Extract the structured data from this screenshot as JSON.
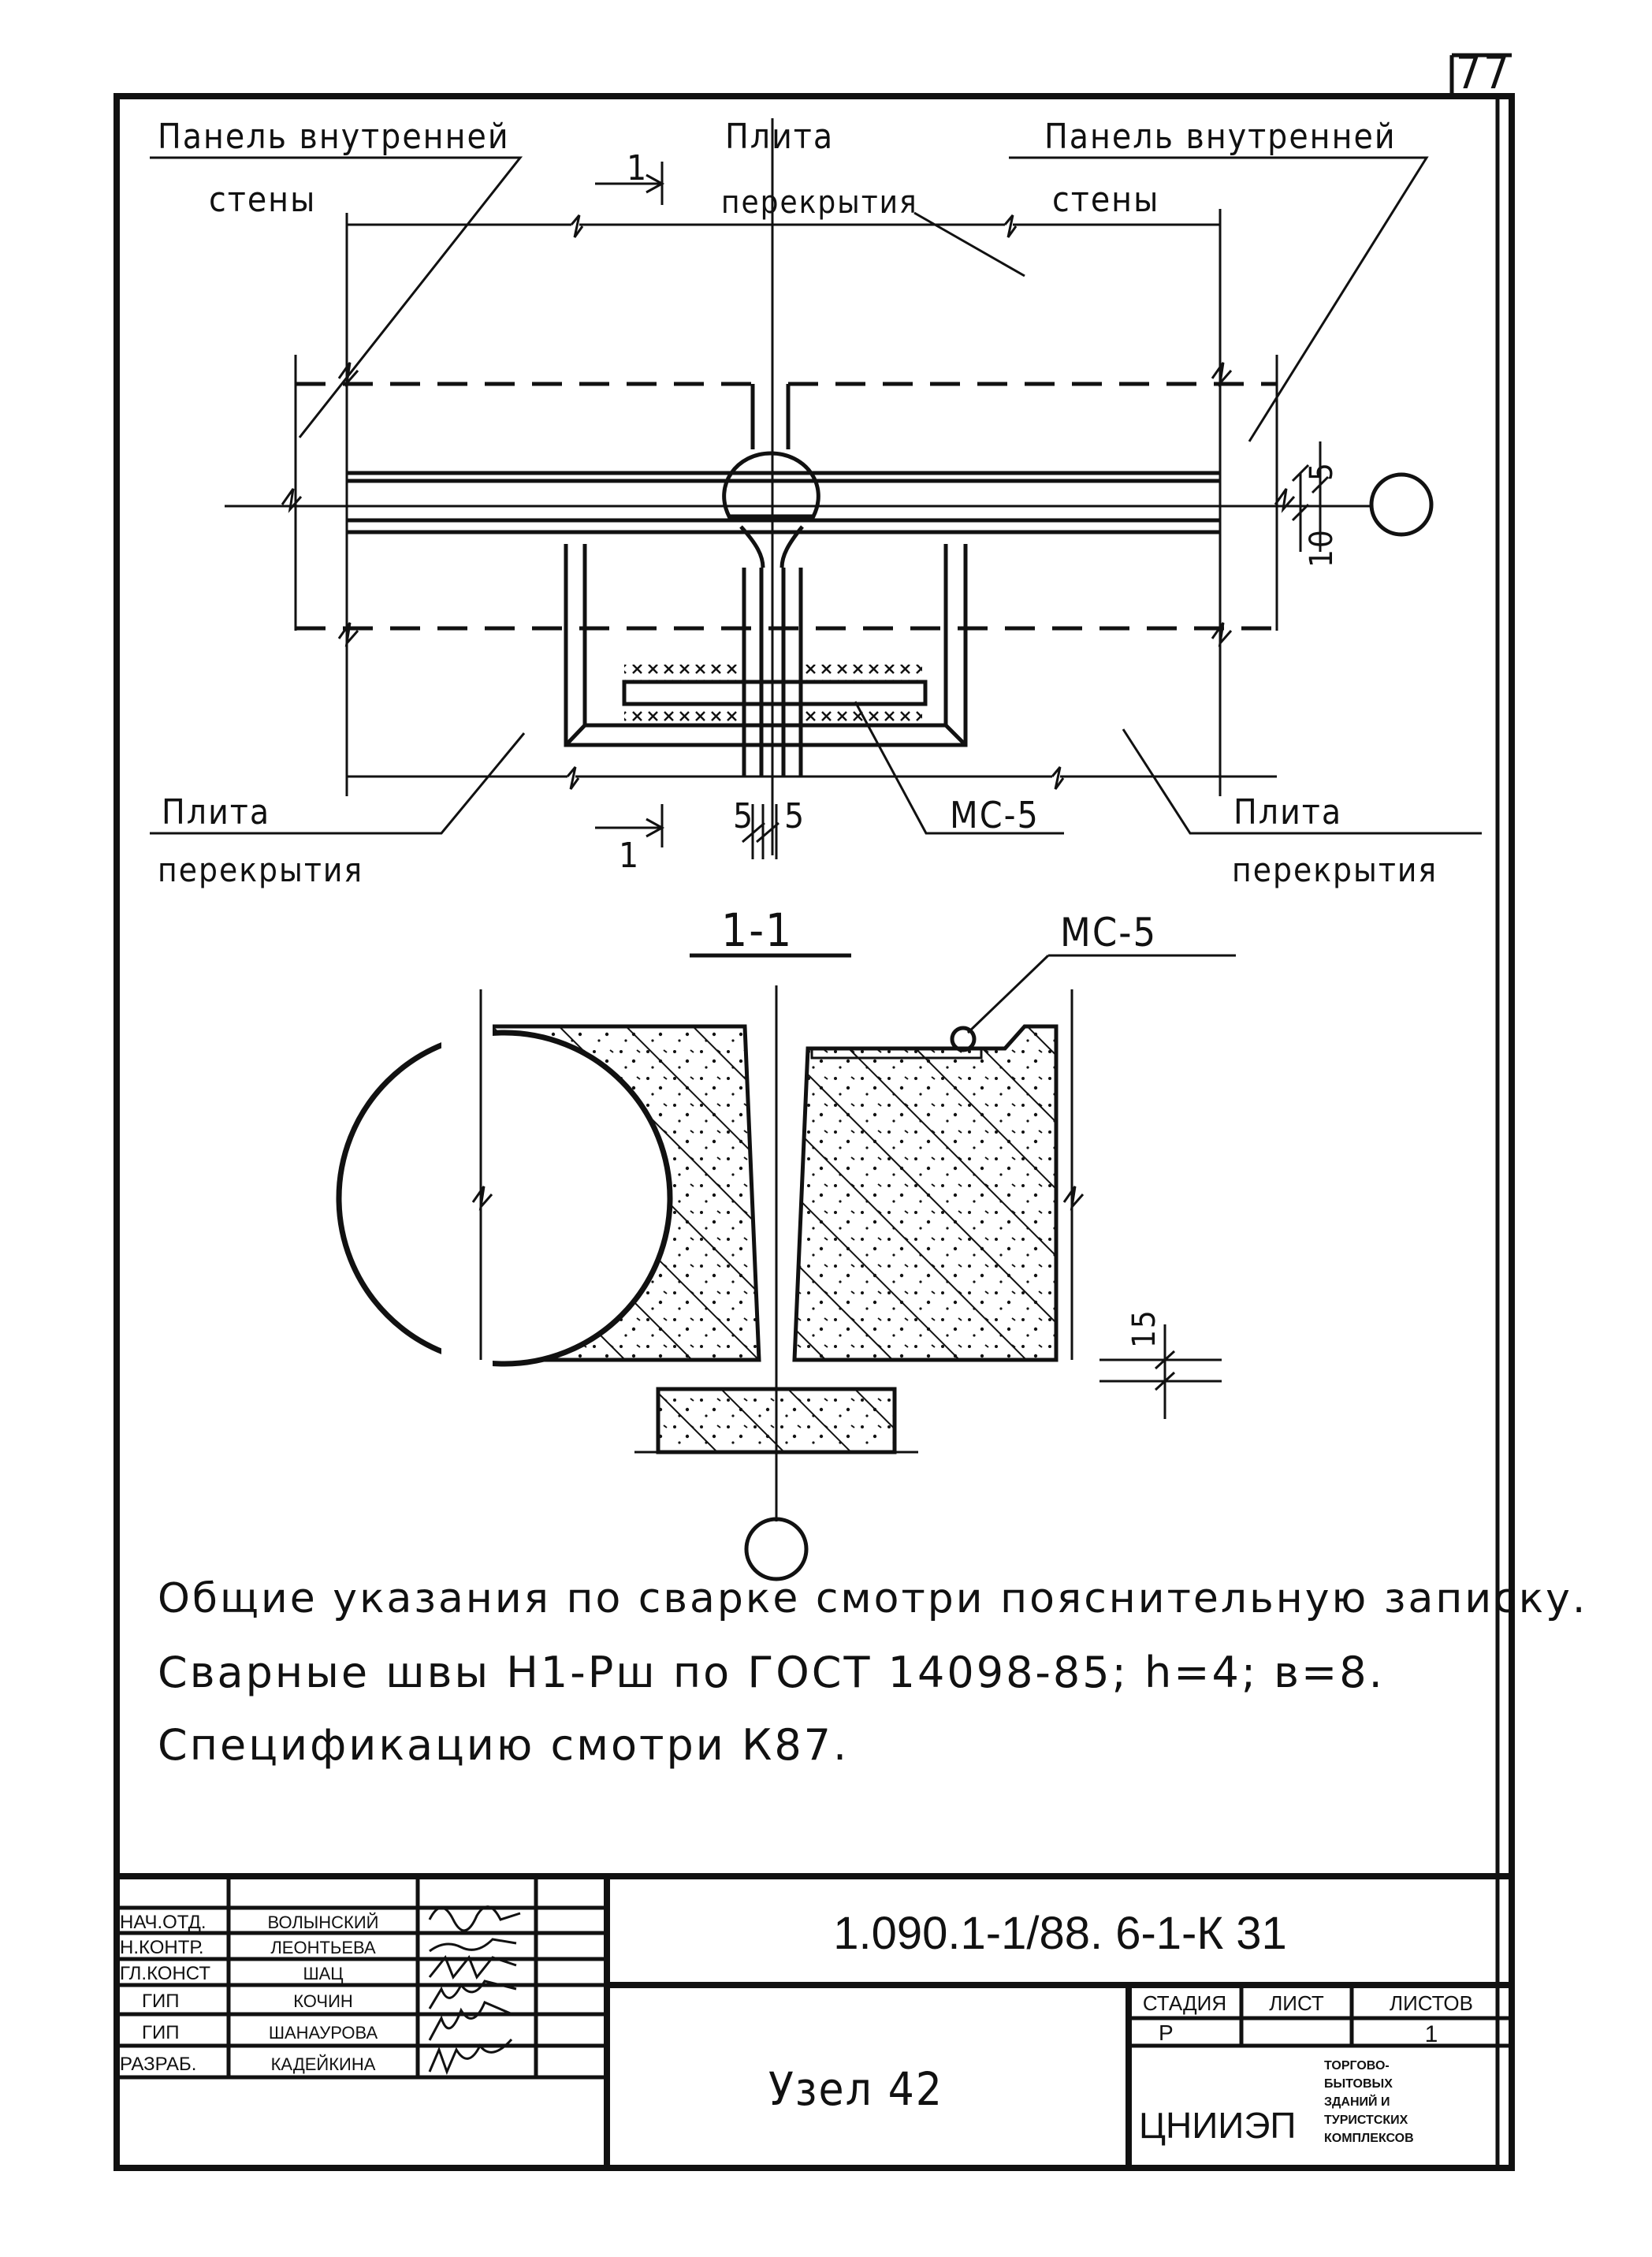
{
  "sheet_number": "77",
  "plan": {
    "label_top_left_1": "Панель внутренней",
    "label_top_left_2": "стены",
    "label_top_center_1": "Плита",
    "label_top_center_2": "перекрытия",
    "label_top_right_1": "Панель внутренней",
    "label_top_right_2": "стены",
    "label_bottom_left_1": "Плита",
    "label_bottom_left_2": "перекрытия",
    "label_bottom_right_1": "Плита",
    "label_bottom_right_2": "перекрытия",
    "section_mark_top": "1",
    "section_mark_bottom": "1",
    "dim_10": "10",
    "dim_5_right": "5",
    "dim_5_left_bottom": "5",
    "dim_5_right_bottom": "5",
    "plate_label": "МС-5"
  },
  "section": {
    "title": "1-1",
    "plate_label": "МС-5",
    "dim_15": "15"
  },
  "notes": [
    "Общие указания по сварке смотри пояснительную записку.",
    "Сварные швы Н1-Рш по ГОСТ 14098-85; h=4; в=8.",
    "Спецификацию смотри К87."
  ],
  "title_block": {
    "roles": [
      "НАЧ.ОТД.",
      "Н.КОНТР.",
      "ГЛ.КОНСТ",
      "ГИП",
      "ГИП",
      "РАЗРАБ."
    ],
    "names": [
      "ВОЛЫНСКИЙ",
      "ЛЕОНТЬЕВА",
      "ШАЦ",
      "КОЧИН",
      "ШАНАУРОВА",
      "КАДЕЙКИНА"
    ],
    "document_code": "1.090.1-1/88. 6-1-К 31",
    "drawing_title": "Узел 42",
    "stage_header": "СТАДИЯ",
    "sheet_header": "ЛИСТ",
    "sheets_header": "ЛИСТОВ",
    "stage_value": "Р",
    "sheets_value": "1",
    "organization": "ЦНИИЭП",
    "organization_desc": [
      "ТОРГОВО-",
      "БЫТОВЫХ",
      "ЗДАНИЙ И",
      "ТУРИСТСКИХ",
      "КОМПЛЕКСОВ"
    ]
  }
}
